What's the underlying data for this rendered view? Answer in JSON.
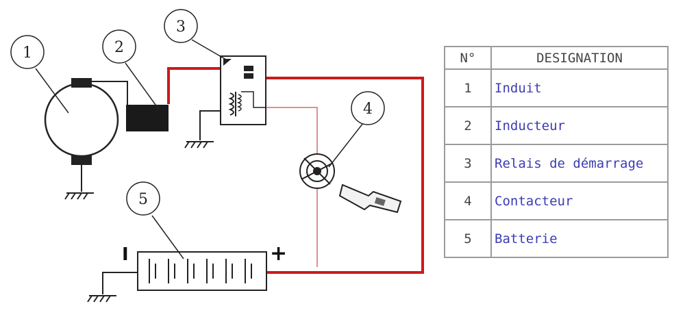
{
  "callouts": [
    "1",
    "2",
    "3",
    "4",
    "5"
  ],
  "battery": {
    "minus_label": "I",
    "plus_label": "+"
  },
  "table": {
    "headers": {
      "num": "N°",
      "designation": "DESIGNATION"
    },
    "rows": [
      {
        "num": "1",
        "designation": "Induit"
      },
      {
        "num": "2",
        "designation": "Inducteur"
      },
      {
        "num": "3",
        "designation": "Relais de démarrage"
      },
      {
        "num": "4",
        "designation": "Contacteur"
      },
      {
        "num": "5",
        "designation": "Batterie"
      }
    ]
  },
  "colors": {
    "wire_main": "#cc1a1a",
    "wire_thin": "#d86a6a",
    "legend_text": "#3b3bb4",
    "line": "#222222"
  }
}
